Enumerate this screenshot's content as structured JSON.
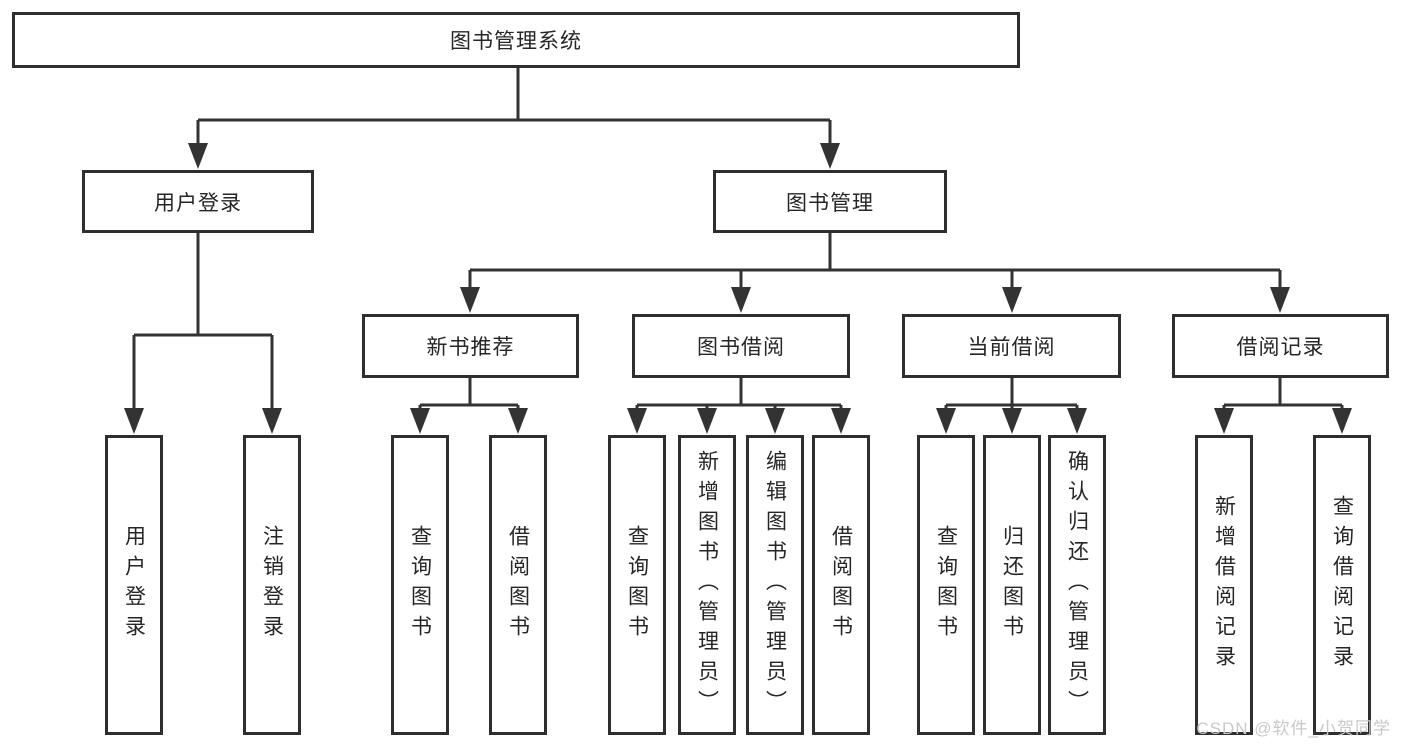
{
  "tree": {
    "root": {
      "label": "图书管理系统"
    },
    "branches": [
      {
        "label": "用户登录",
        "children": [
          "用户登录",
          "注销登录"
        ]
      },
      {
        "label": "图书管理",
        "sections": [
          {
            "label": "新书推荐",
            "children": [
              "查询图书",
              "借阅图书"
            ]
          },
          {
            "label": "图书借阅",
            "children": [
              "查询图书",
              "新增图书（管理员）",
              "编辑图书（管理员）",
              "借阅图书"
            ]
          },
          {
            "label": "当前借阅",
            "children": [
              "查询图书",
              "归还图书",
              "确认归还（管理员）"
            ]
          },
          {
            "label": "借阅记录",
            "children": [
              "新增借阅记录",
              "查询借阅记录"
            ]
          }
        ]
      }
    ]
  },
  "watermark": "CSDN @软件_小贺同学",
  "colors": {
    "line": "#333333",
    "box_border": "#2e2e2e",
    "text": "#262626",
    "watermark": "#c9c9c9",
    "background": "#ffffff"
  }
}
